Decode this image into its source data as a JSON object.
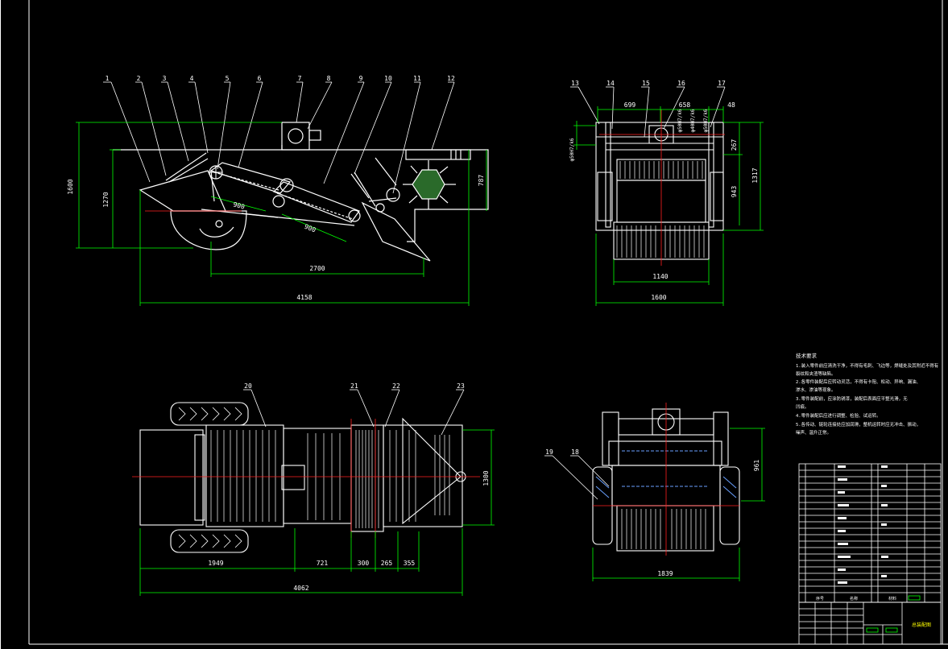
{
  "colors": {
    "background": "#000000",
    "frame": "#ffffff",
    "part": "#ffffff",
    "dimension": "#00ff00",
    "center": "#ff2020",
    "leader": "#ffffff"
  },
  "views": {
    "side": {
      "callouts": [
        "1",
        "2",
        "3",
        "4",
        "5",
        "6",
        "7",
        "8",
        "9",
        "10",
        "11",
        "12"
      ],
      "dims": {
        "overall_length": "4158",
        "height": "1600",
        "height2": "1270",
        "rear": "787",
        "wheelbase": "2700",
        "chain_a": "900",
        "chain_b": "900"
      }
    },
    "rear": {
      "callouts": [
        "13",
        "14",
        "15",
        "16",
        "17"
      ],
      "dims": {
        "top_a": "699",
        "top_b": "658",
        "top_c": "48",
        "r1": "267",
        "r2": "943",
        "r3": "1317",
        "inner_w": "1140",
        "outer_w": "1600",
        "fit_a": "φ50H7/k6",
        "fit_b": "φ50H7/k6",
        "fit_c": "φ40H7/k6",
        "fit_d": "φ50H7/k6"
      }
    },
    "plan": {
      "callouts": [
        "20",
        "21",
        "22",
        "23"
      ],
      "dims": {
        "d1": "1949",
        "d2": "721",
        "d3": "300",
        "d4": "265",
        "d5": "355",
        "total": "4062",
        "width": "1300"
      }
    },
    "front": {
      "callouts": [
        "19",
        "18"
      ],
      "dims": {
        "width": "1839",
        "height": "961"
      }
    }
  },
  "notes": {
    "title": "技术要求",
    "lines": [
      "1.装入零件前应清洗干净，不得有毛刺、飞边等，焊缝处及其附近不得有",
      "裂纹和夹渣等缺陷。",
      "2.各零件装配后应转动灵活，不得有卡阻、松动、异响、漏油、",
      "渗水、渗油等现象。",
      "3.零件装配前，应涂防锈漆，装配后表面应平整光滑，无",
      "凹痕。",
      "4.零件装配后应进行调整、检验、试运转。",
      "5.各传动、链轮连接处应加润滑，整机运转时应无冲击、振动，",
      "噪声、温升正常。"
    ]
  },
  "title_block": {
    "drawing_name": "总装配图",
    "col_headers": [
      "序号",
      "名称",
      "材料"
    ]
  }
}
